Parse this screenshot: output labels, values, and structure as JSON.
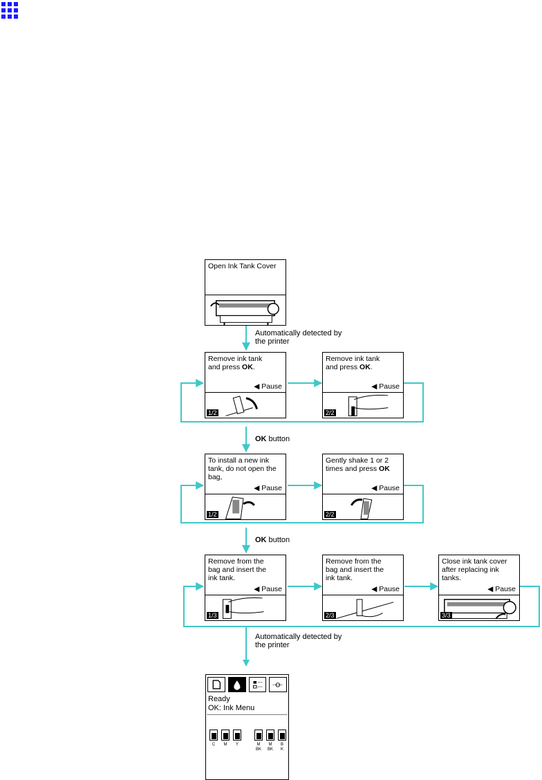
{
  "colors": {
    "connector": "#3ec8c8",
    "ink_menu_icon_gear": "#5aaa3a"
  },
  "panels": {
    "open_cover": {
      "text": "Open Ink Tank Cover"
    },
    "remove_1": {
      "line1": "Remove ink tank",
      "line2_pre": "and press ",
      "line2_bold": "OK",
      "line2_post": ".",
      "pause": "◀ Pause",
      "page": "1/2"
    },
    "remove_2": {
      "line1": "Remove ink tank",
      "line2_pre": "and press ",
      "line2_bold": "OK",
      "line2_post": ".",
      "pause": "◀ Pause",
      "page": "2/2"
    },
    "install_1": {
      "text": "To install a new ink tank, do not open the bag,",
      "pause": "◀ Pause",
      "page": "1/2"
    },
    "install_2": {
      "line1": "Gently shake 1 or 2",
      "line2_pre": "times and press ",
      "line2_bold": "OK",
      "pause": "◀ Pause",
      "page": "2/2"
    },
    "insert_1": {
      "text": "Remove from the bag and insert the ink tank.",
      "pause": "◀ Pause",
      "page": "1/3"
    },
    "insert_2": {
      "text": "Remove from the bag and insert the ink tank.",
      "pause": "◀ Pause",
      "page": "2/3"
    },
    "close_cover": {
      "text": "Close ink tank cover after replacing ink tanks.",
      "pause": "◀ Pause",
      "page": "3/3"
    }
  },
  "labels": {
    "auto_detect_1": "Automatically detected by",
    "auto_detect_1b": "the printer",
    "ok_button_1_bold": "OK",
    "ok_button_1_rest": " button",
    "ok_button_2_bold": "OK",
    "ok_button_2_rest": " button",
    "auto_detect_2": "Automatically detected by",
    "auto_detect_2b": "the printer"
  },
  "ready_screen": {
    "status_line1": "Ready",
    "status_line2": "OK: Ink Menu",
    "inks": [
      "C",
      "M",
      "Y",
      "M\nBK",
      "M\nBK",
      "B\nK"
    ]
  }
}
